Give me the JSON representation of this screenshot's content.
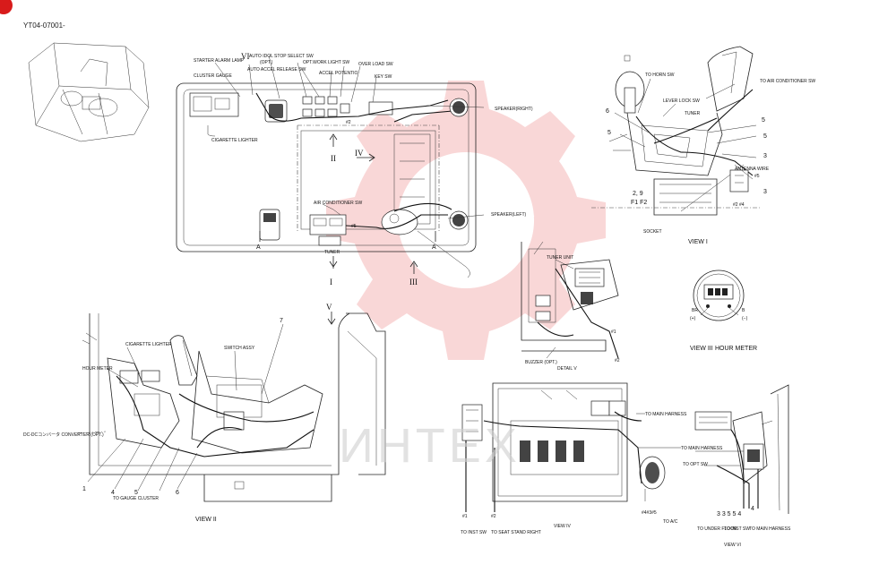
{
  "doc_id": "YT04-07001-",
  "top_view": {
    "labels": {
      "starter_alarm_lamp": "STARTER ALARM LAMP",
      "vi": "VI",
      "auto_idle_stop": "AUTO IDOL STOP SELECT SW",
      "opt": "(OPT.)",
      "auto_accel_release": "AUTO ACCEL RELEASE SW",
      "opt_work_light": "OPT.WORK LIGHT SW",
      "accel_potentio": "ACCEL POTENTIO",
      "over_load": "OVER LOAD SW",
      "key_sw": "KEY SW",
      "cluster_gauge": "CLUSTER GAUGE",
      "cigarette_lighter": "CIGARETTE LIGHTER",
      "speaker_right": "SPEAKER(RIGHT)",
      "speaker_left": "SPEAKER(LEFT)",
      "air_conditioner_sw": "AIR CONDITIONER SW",
      "tuner": "TUNER",
      "n2": "#2",
      "n5": "#5",
      "ii": "II",
      "iv": "IV",
      "i": "I",
      "iii": "III",
      "a_left": "A",
      "a_right": "A"
    }
  },
  "view_1": {
    "title": "VIEW I",
    "labels": {
      "to_horn_sw": "TO HORN SW",
      "to_air_conditioner": "TO AIR CONDITIONER SW",
      "lever_lock": "LEVER LOCK SW",
      "tuner": "TUNER",
      "antenna_wire": "ANTENNA WIRE",
      "socket": "SOCKET",
      "n6": "6",
      "n5a": "5",
      "n5b": "5",
      "n5c": "5",
      "n3a": "3",
      "n3b": "3",
      "n29": "2, 9",
      "f1f2": "F1 F2",
      "h5": "#5",
      "h2_4": "#2 #4"
    }
  },
  "view_3": {
    "title": "VIEW III",
    "subtitle": "HOUR METER",
    "labels": {
      "plus": "(+)",
      "minus": "(−)",
      "br": "BR",
      "b": "B"
    }
  },
  "detail_v": {
    "title": "DETAIL V",
    "labels": {
      "tuner_unit": "TUNER UNIT",
      "buzzer": "BUZZER (OPT.)",
      "h1": "#1",
      "h2": "#2"
    }
  },
  "view_2": {
    "title": "VIEW II",
    "labels": {
      "cigarette_lighter": "CIGARETTE LIGHTER",
      "hour_meter": "HOUR METER",
      "switch_assy": "SWITCH ASSY",
      "dcdc": "DC-DCコンバータ CONVERTER (OPT.)",
      "to_gauge_cluster": "TO GAUGE CLUSTER",
      "n7": "7",
      "n1": "1",
      "n4": "4",
      "n5": "5",
      "n6": "6",
      "v": "V"
    }
  },
  "view_4": {
    "title": "VIEW IV",
    "labels": {
      "to_main_harness": "TO MAIN HARNESS",
      "to_inst_sw": "TO INST SW",
      "to_seat_stand_right": "TO SEAT STAND RIGHT",
      "to_ac": "TO A/C",
      "h1": "#1",
      "h2": "#2",
      "h4h3h5": "#4#3#5"
    }
  },
  "view_6": {
    "title": "VIEW VI",
    "labels": {
      "to_main_harness": "TO MAIN HARNESS",
      "to_opt_sw": "TO OPT SW",
      "to_under_floor": "TO UNDER FLOOR",
      "to_inst_sw": "TO INST SW",
      "to_main_harness2": "TO MAIN HARNESS",
      "nums": "3 3 5 5 4",
      "n4": "4"
    }
  },
  "watermark": {
    "text": "ИНТЕХ"
  },
  "colors": {
    "line": "#222222",
    "watermark_gear": "#f4b6b6",
    "corner_badge": "#d81b1b"
  }
}
